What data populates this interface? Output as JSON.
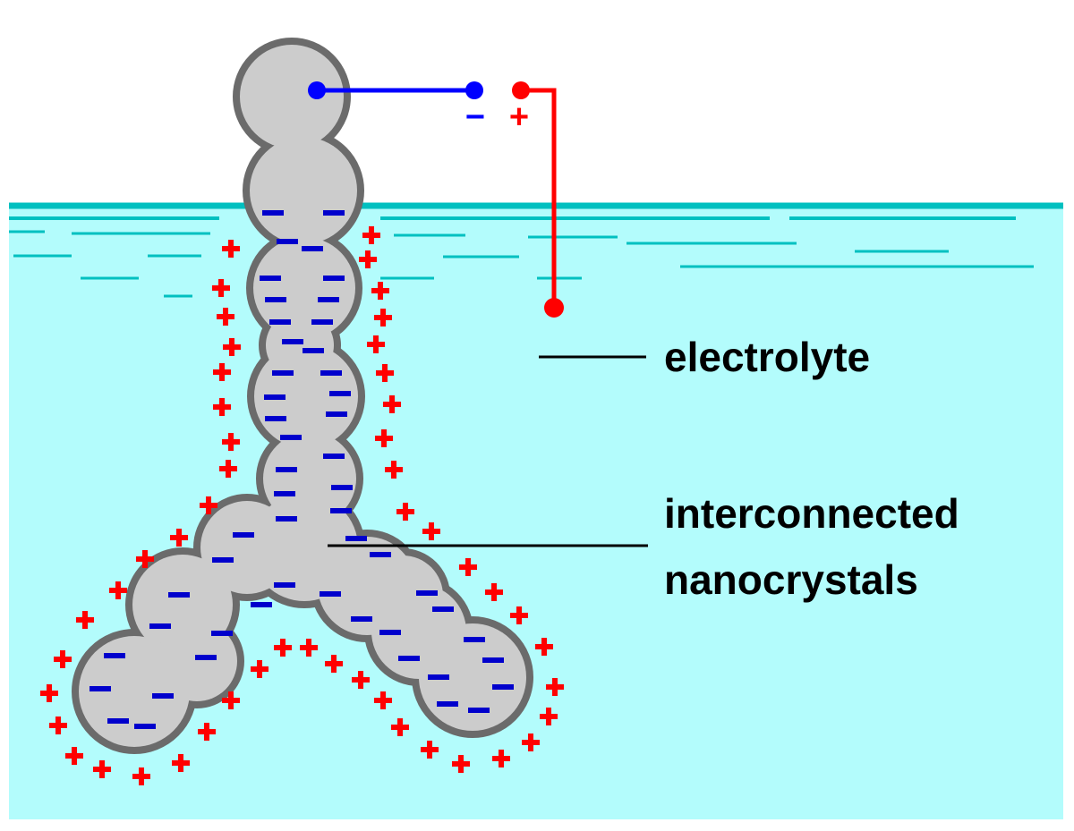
{
  "labels": {
    "electrolyte": "electrolyte",
    "nanocrystals_line1": "interconnected",
    "nanocrystals_line2": "nanocrystals"
  },
  "terminals": {
    "negative_symbol": "−",
    "positive_symbol": "+"
  },
  "colors": {
    "electrolyte_fill": "#b3fcfc",
    "surface_lines": "#00c0c0",
    "particle_fill": "#cccccc",
    "particle_outline": "#6b6b6b",
    "negative_charge": "#0000cc",
    "positive_charge": "#ff0000",
    "leader_lines": "#000000"
  }
}
